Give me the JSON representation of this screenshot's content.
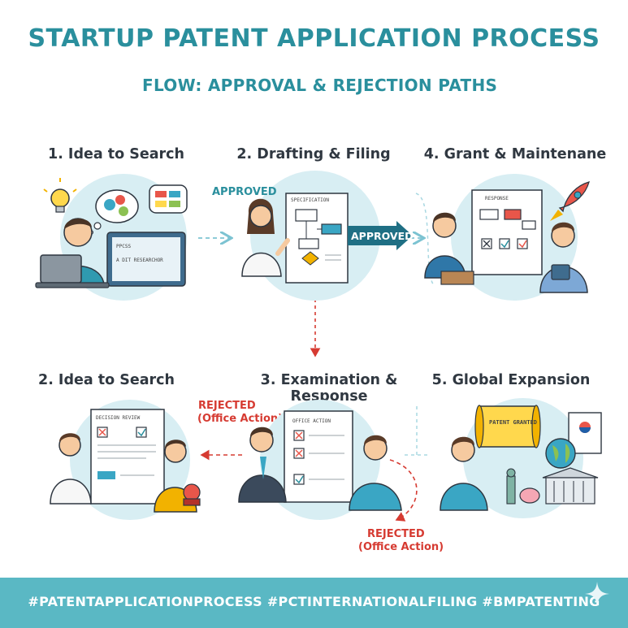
{
  "header": {
    "title": "STARTUP PATENT APPLICATION PROCESS",
    "subtitle": "FLOW: APPROVAL & REJECTION PATHS"
  },
  "steps": [
    {
      "title": "1. Idea to Search"
    },
    {
      "title": "2. Drafting & Filing"
    },
    {
      "title": "4. Grant & Maintenane"
    },
    {
      "title": "2. Idea to Search"
    },
    {
      "title": "3. Examination & Response"
    },
    {
      "title": "5. Global Expansion"
    }
  ],
  "illustrations": {
    "step1_screen": "A DIT RESEARCHOR",
    "step1_screen_top": "PPCSS",
    "step2_doc": "SPECIFICATION",
    "step4_doc": "RESPONSE",
    "step2b_doc": "DECISION REVIEW",
    "step3_doc": "OFFICE ACTION",
    "step5_scroll": "PATENT GRANTED"
  },
  "flow_labels": {
    "approved_top": "APPROVED",
    "approved_arrow": "APPROVED",
    "rejected_left_1": "REJECTED",
    "rejected_left_2": "(Office Action)",
    "rejected_bottom_1": "REJECTED",
    "rejected_bottom_2": "(Office Action)"
  },
  "footer": {
    "hashtags": "#PATENTAPPLICATIONPROCESS #PCTINTERNATIONALFILING #BMPATENTING"
  },
  "colors": {
    "teal": "#2a8f9d",
    "circle_bg": "#d8eef3",
    "footer_bg": "#5ab8c4",
    "rejected_red": "#d63b32"
  }
}
